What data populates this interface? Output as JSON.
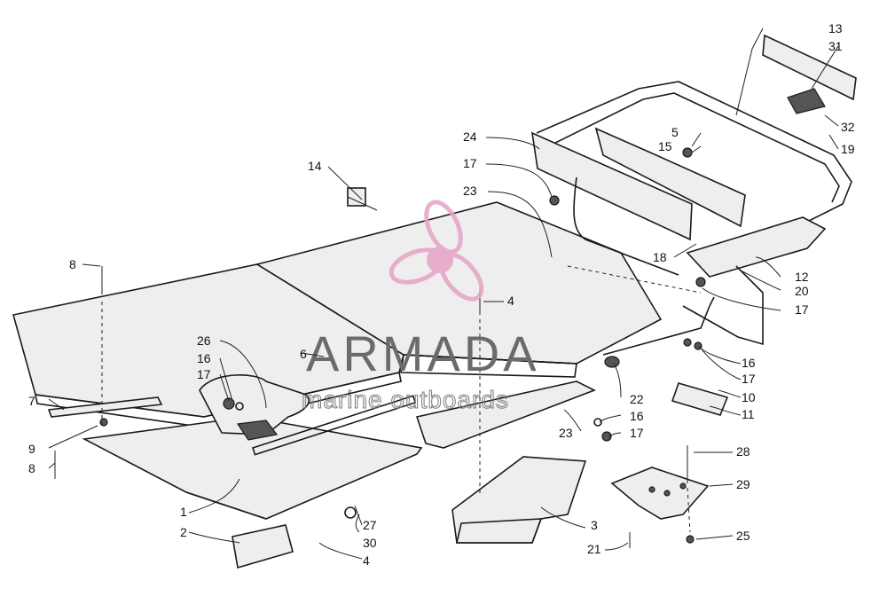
{
  "watermark": {
    "title": "ARMADA",
    "subtitle": "marine outboards",
    "logo_icon": "propeller-icon",
    "logo_color": "#e6a3c5"
  },
  "callouts": {
    "c1": "1",
    "c2": "2",
    "c3": "3",
    "c4a": "4",
    "c4b": "4",
    "c5": "5",
    "c6": "6",
    "c7": "7",
    "c8a": "8",
    "c8b": "8",
    "c9": "9",
    "c10": "10",
    "c11": "11",
    "c12": "12",
    "c13": "13",
    "c14": "14",
    "c15": "15",
    "c16a": "16",
    "c16b": "16",
    "c16c": "16",
    "c17a": "17",
    "c17b": "17",
    "c17c": "17",
    "c17d": "17",
    "c17e": "17",
    "c18": "18",
    "c19": "19",
    "c20": "20",
    "c21": "21",
    "c22": "22",
    "c23a": "23",
    "c23b": "23",
    "c24": "24",
    "c25": "25",
    "c26": "26",
    "c27": "27",
    "c28": "28",
    "c29": "29",
    "c30": "30",
    "c31": "31",
    "c32": "32"
  }
}
